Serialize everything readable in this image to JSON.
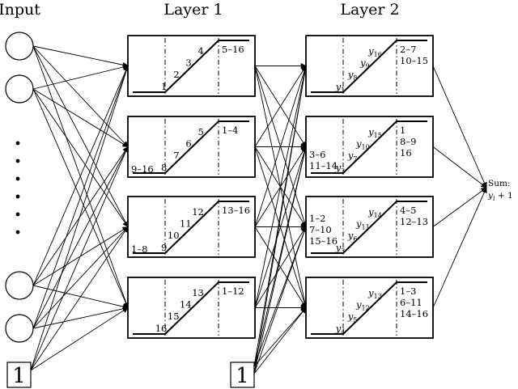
{
  "headers": {
    "input": "Input",
    "layer1": "Layer 1",
    "layer2": "Layer 2"
  },
  "bias_label": "1",
  "layer1_units": [
    {
      "ramp": [
        "1",
        "2",
        "3",
        "4"
      ],
      "left": [],
      "right": [
        "5–16"
      ]
    },
    {
      "ramp": [
        "8",
        "7",
        "6",
        "5"
      ],
      "left": [
        "9–16"
      ],
      "right": [
        "1–4"
      ]
    },
    {
      "ramp": [
        "9",
        "10",
        "11",
        "12"
      ],
      "left": [
        "1–8"
      ],
      "right": [
        "13–16"
      ]
    },
    {
      "ramp": [
        "16",
        "15",
        "14",
        "13"
      ],
      "left": [],
      "right": [
        "1–12"
      ]
    }
  ],
  "layer2_units": [
    {
      "ramp": [
        [
          "1"
        ],
        [
          "8"
        ],
        [
          "9"
        ],
        [
          "16"
        ]
      ],
      "left": [],
      "right": [
        "2–7",
        "10–15"
      ]
    },
    {
      "ramp": [
        [
          "2"
        ],
        [
          "7"
        ],
        [
          "10"
        ],
        [
          "15"
        ]
      ],
      "left": [
        "3–6",
        "11–14"
      ],
      "right": [
        "1",
        "8–9",
        "16"
      ]
    },
    {
      "ramp": [
        [
          "3"
        ],
        [
          "6"
        ],
        [
          "11"
        ],
        [
          "14"
        ]
      ],
      "left": [
        "1–2",
        "7–10",
        "15–16"
      ],
      "right": [
        "4–5",
        "12–13"
      ]
    },
    {
      "ramp": [
        [
          "4"
        ],
        [
          "5"
        ],
        [
          "12"
        ],
        [
          "13"
        ]
      ],
      "left": [],
      "right": [
        "1–3",
        "6–11",
        "14–16"
      ]
    }
  ],
  "ramp_var": "y",
  "sum": {
    "line1": "Sum:",
    "var": "y",
    "sub": "i",
    "tail": " + 1"
  }
}
